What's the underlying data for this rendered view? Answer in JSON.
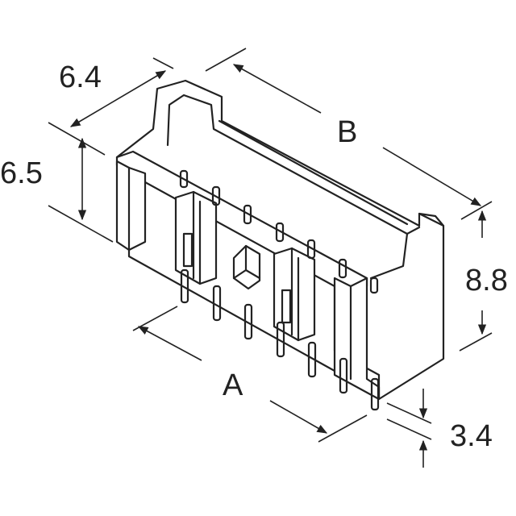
{
  "dimensions": {
    "depth": "6.4",
    "height_upper": "6.5",
    "length_b": "B",
    "height_total": "8.8",
    "pitch_a": "A",
    "pin_length": "3.4"
  },
  "colors": {
    "line": "#222222",
    "background": "#ffffff"
  }
}
